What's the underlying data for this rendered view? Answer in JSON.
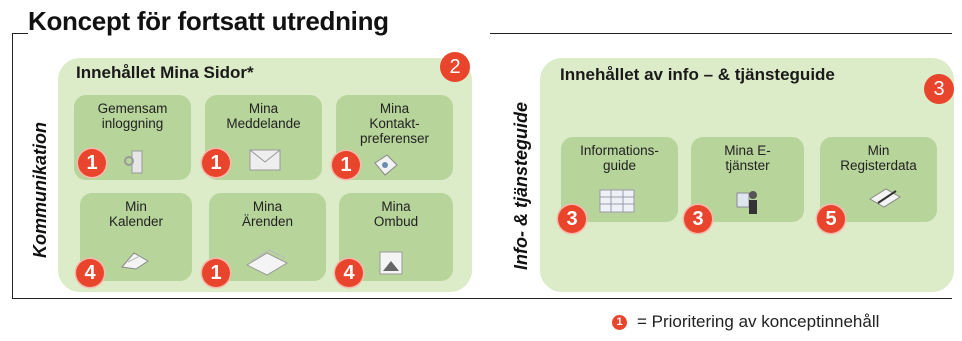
{
  "title": "Koncept för fortsatt utredning",
  "left_panel": {
    "title": "Innehållet  Mina Sidor*",
    "vertical_label": "Kommunikation",
    "number": "2",
    "tiles": [
      {
        "label": "Gemensam\ninloggning",
        "priority": "1",
        "icon": "login-icon"
      },
      {
        "label": "Mina\nMeddelande",
        "priority": "1",
        "icon": "envelope-icon"
      },
      {
        "label": "Mina\nKontakt-\npreferenser",
        "priority": "1",
        "icon": "contact-card-icon"
      },
      {
        "label": "Min\nKalender",
        "priority": "4",
        "icon": "calendar-icon"
      },
      {
        "label": "Mina\nÄrenden",
        "priority": "1",
        "icon": "documents-icon"
      },
      {
        "label": "Mina\nOmbud",
        "priority": "4",
        "icon": "person-icon"
      }
    ]
  },
  "right_panel": {
    "title": "Innehållet av info – & tjänsteguide",
    "vertical_label": "Info- & tjänsteguide",
    "number": "3",
    "tiles": [
      {
        "label": "Informations-\nguide",
        "priority": "3",
        "icon": "spreadsheet-icon"
      },
      {
        "label": "Mina E-\ntjänster",
        "priority": "3",
        "icon": "user-computer-icon"
      },
      {
        "label": "Min\nRegisterdata",
        "priority": "5",
        "icon": "register-pen-icon"
      }
    ]
  },
  "legend": {
    "symbol": "1",
    "text": "= Prioritering av konceptinnehåll"
  },
  "colors": {
    "panel": "#dcebc8",
    "tile": "#b7d49a",
    "badge": "#e8452c"
  }
}
